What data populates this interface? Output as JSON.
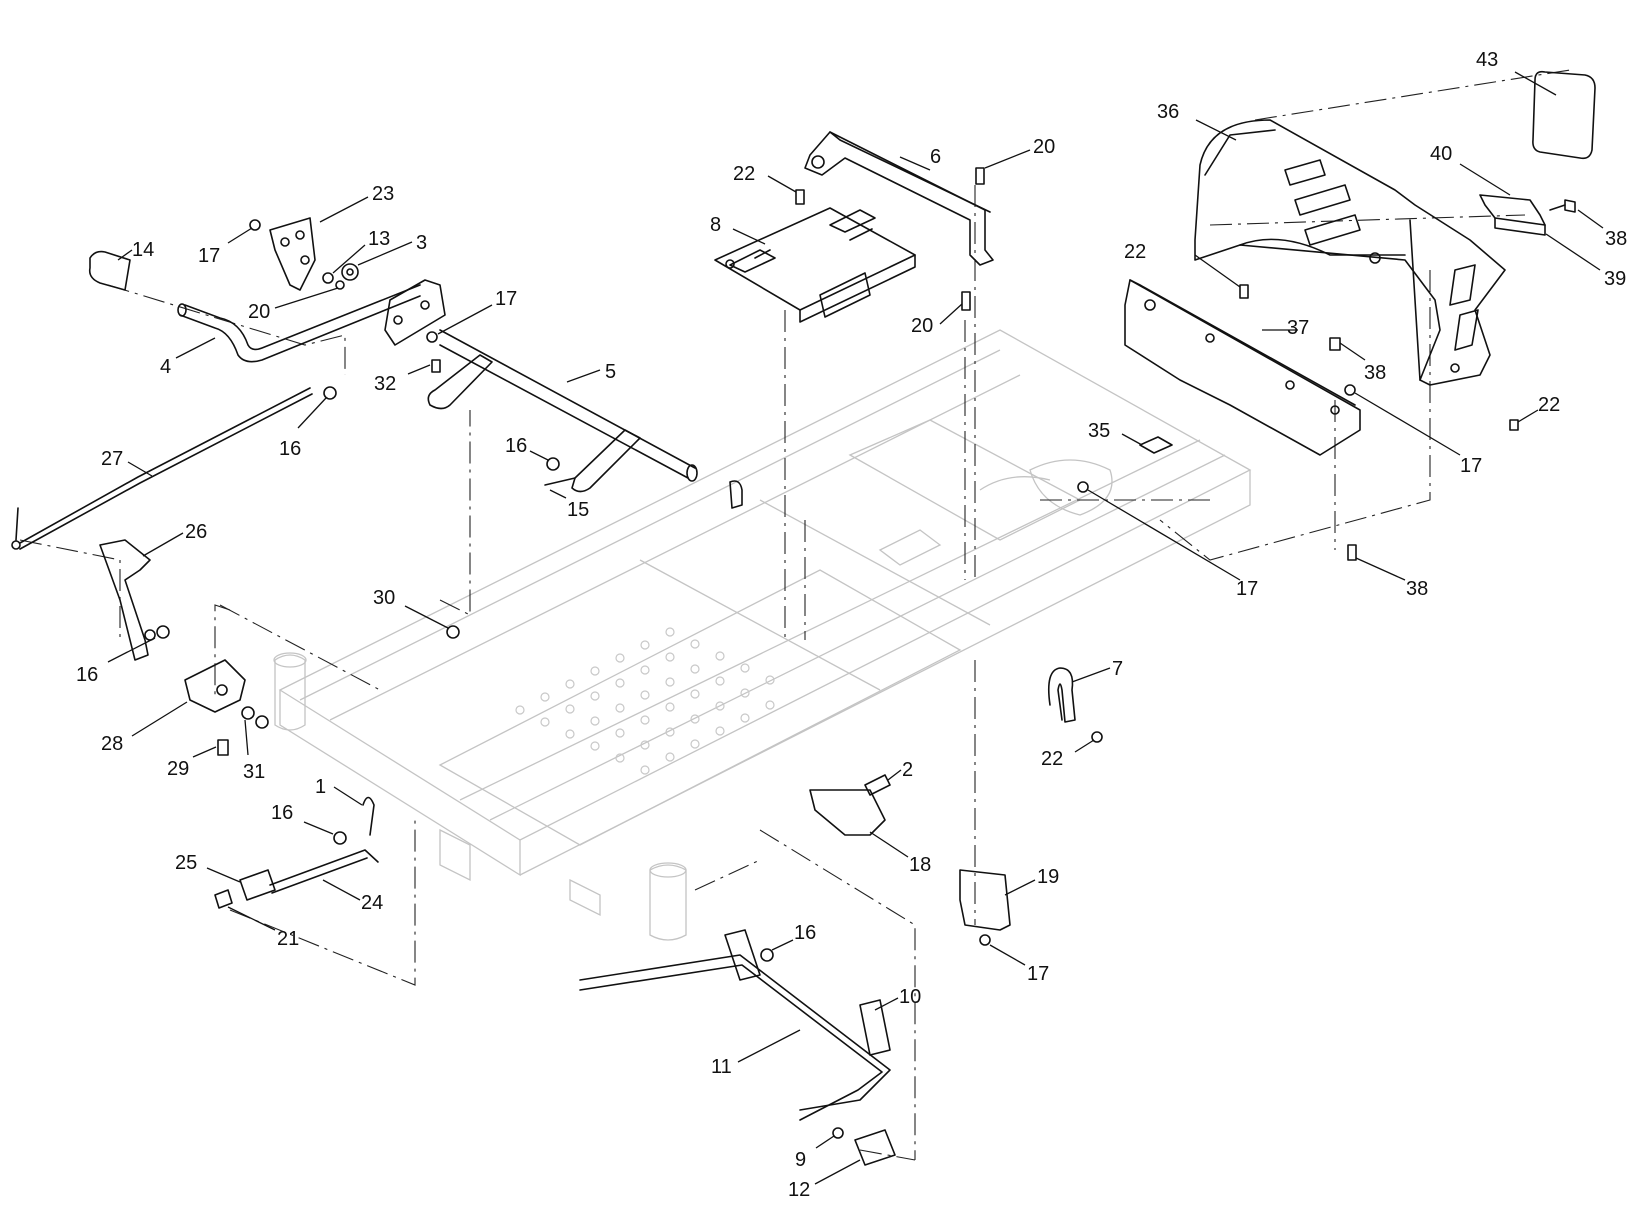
{
  "diagram": {
    "type": "exploded-parts-diagram",
    "callouts": [
      {
        "id": "c43",
        "label": "43"
      },
      {
        "id": "c36",
        "label": "36"
      },
      {
        "id": "c40",
        "label": "40"
      },
      {
        "id": "c38a",
        "label": "38"
      },
      {
        "id": "c39",
        "label": "39"
      },
      {
        "id": "c6",
        "label": "6"
      },
      {
        "id": "c20a",
        "label": "20"
      },
      {
        "id": "c22a",
        "label": "22"
      },
      {
        "id": "c8",
        "label": "8"
      },
      {
        "id": "c22b",
        "label": "22"
      },
      {
        "id": "c20b",
        "label": "20"
      },
      {
        "id": "c37",
        "label": "37"
      },
      {
        "id": "c38b",
        "label": "38"
      },
      {
        "id": "c22c",
        "label": "22"
      },
      {
        "id": "c17a",
        "label": "17"
      },
      {
        "id": "c35",
        "label": "35"
      },
      {
        "id": "c17b",
        "label": "17"
      },
      {
        "id": "c38c",
        "label": "38"
      },
      {
        "id": "c23",
        "label": "23"
      },
      {
        "id": "c14",
        "label": "14"
      },
      {
        "id": "c17c",
        "label": "17"
      },
      {
        "id": "c13",
        "label": "13"
      },
      {
        "id": "c3",
        "label": "3"
      },
      {
        "id": "c20c",
        "label": "20"
      },
      {
        "id": "c17d",
        "label": "17"
      },
      {
        "id": "c4",
        "label": "4"
      },
      {
        "id": "c32",
        "label": "32"
      },
      {
        "id": "c5",
        "label": "5"
      },
      {
        "id": "c16a",
        "label": "16"
      },
      {
        "id": "c27",
        "label": "27"
      },
      {
        "id": "c16b",
        "label": "16"
      },
      {
        "id": "c15",
        "label": "15"
      },
      {
        "id": "c26",
        "label": "26"
      },
      {
        "id": "c30",
        "label": "30"
      },
      {
        "id": "c16c",
        "label": "16"
      },
      {
        "id": "c28",
        "label": "28"
      },
      {
        "id": "c29",
        "label": "29"
      },
      {
        "id": "c31",
        "label": "31"
      },
      {
        "id": "c7",
        "label": "7"
      },
      {
        "id": "c22d",
        "label": "22"
      },
      {
        "id": "c2",
        "label": "2"
      },
      {
        "id": "c1",
        "label": "1"
      },
      {
        "id": "c16d",
        "label": "16"
      },
      {
        "id": "c25",
        "label": "25"
      },
      {
        "id": "c24",
        "label": "24"
      },
      {
        "id": "c21",
        "label": "21"
      },
      {
        "id": "c18",
        "label": "18"
      },
      {
        "id": "c19",
        "label": "19"
      },
      {
        "id": "c17e",
        "label": "17"
      },
      {
        "id": "c16e",
        "label": "16"
      },
      {
        "id": "c10",
        "label": "10"
      },
      {
        "id": "c11",
        "label": "11"
      },
      {
        "id": "c9",
        "label": "9"
      },
      {
        "id": "c12",
        "label": "12"
      }
    ]
  }
}
